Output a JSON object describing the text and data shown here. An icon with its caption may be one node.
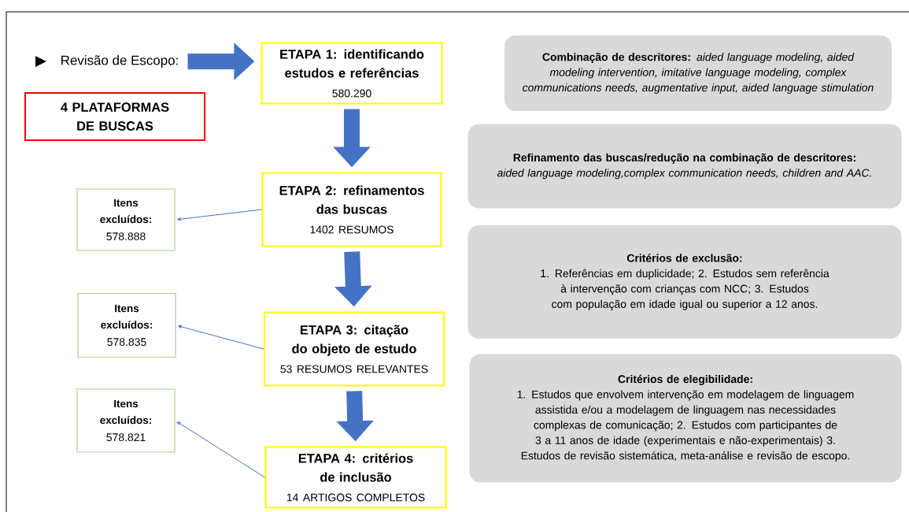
{
  "diagram": {
    "nodes": [
      {
        "text": [
          "Revisão de Escopo:"
        ]
      },
      {
        "text": [
          "ETAPA 1: identificando estudos e referências",
          "580.290"
        ]
      },
      {
        "text": [
          "4 PLATAFORMAS DE BUSCAS"
        ]
      },
      {
        "text": [
          "ETAPA 2: refinamentos das buscas",
          "1402 RESUMOS"
        ]
      },
      {
        "text": [
          "Itens excluídos:",
          "578.888"
        ]
      },
      {
        "text": [
          "ETAPA 3: citação do objeto de estudo",
          "53 RESUMOS RELEVANTES"
        ]
      },
      {
        "text": [
          "Itens excluídos:",
          "578.835"
        ]
      },
      {
        "text": [
          "ETAPA 4: critérios de inclusão",
          "14 ARTIGOS COMPLETOS"
        ]
      },
      {
        "text": [
          "Itens excluídos:",
          "578.821"
        ]
      },
      {
        "text": [
          "Combinação de descritores:",
          "aided language modeling, aided modeling intervention, imitative language modeling, complex communications needs, augmentative input, aided language stimulation"
        ]
      },
      {
        "text": [
          "Refinamento das buscas/redução na combinação de descritores:",
          "aided language modeling,complex communication needs, children and AAC."
        ]
      },
      {
        "text": [
          "Critérios de exclusão:",
          "1. Referências em duplicidade; 2. Estudos sem referência à intervenção com crianças com NCC; 3. Estudos com população em idade igual ou superior a 12 anos."
        ]
      },
      {
        "text": [
          "Critérios de elegibilidade:",
          "1. Estudos que envolvem intervenção em modelagem de linguagem assistida e/ou a modelagem de linguagem nas necessidades complexas de comunicação; 2. Estudos com participantes de 3 a 11 anos de idade (experimentais e não-experimentais) 3. Estudos de revisão sistemática, meta-análise e revisão de escopo."
        ]
      }
    ],
    "edges": [
      {
        "from": 0,
        "to": 1,
        "arrow": "to"
      },
      {
        "from": 1,
        "to": 3,
        "arrow": "to"
      },
      {
        "from": 3,
        "to": 5,
        "arrow": "to"
      },
      {
        "from": 5,
        "to": 7,
        "arrow": "to"
      },
      {
        "from": 3,
        "to": 4,
        "arrow": "to"
      },
      {
        "from": 5,
        "to": 6,
        "arrow": "to"
      },
      {
        "from": 7,
        "to": 8,
        "arrow": "to"
      }
    ]
  }
}
